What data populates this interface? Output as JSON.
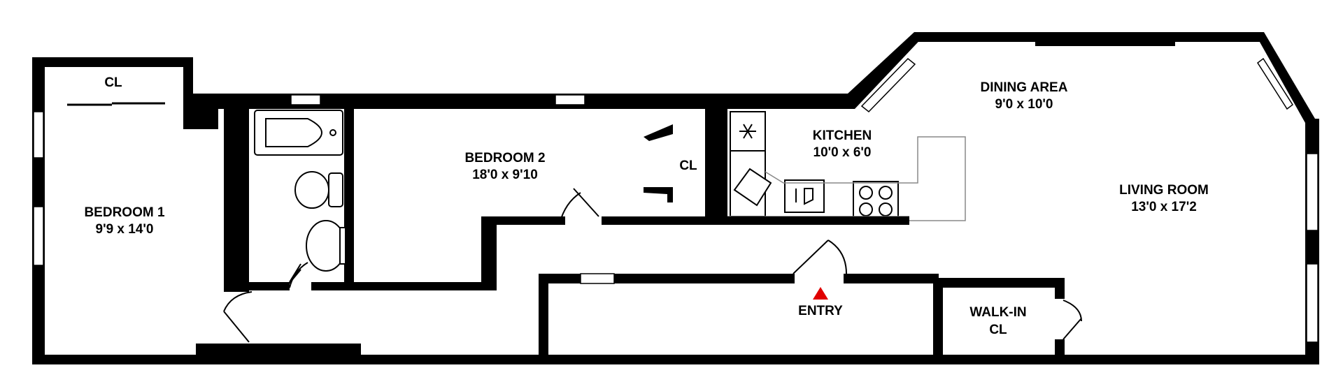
{
  "rooms": {
    "bedroom1": {
      "name": "BEDROOM 1",
      "dims": "9'9 x 14'0"
    },
    "bedroom1_closet": {
      "name": "CL"
    },
    "bedroom2": {
      "name": "BEDROOM 2",
      "dims": "18'0 x 9'10"
    },
    "bedroom2_closet": {
      "name": "CL"
    },
    "kitchen": {
      "name": "KITCHEN",
      "dims": "10'0 x 6'0"
    },
    "dining": {
      "name": "DINING AREA",
      "dims": "9'0 x 10'0"
    },
    "living": {
      "name": "LIVING ROOM",
      "dims": "13'0 x 17'2"
    },
    "walkin": {
      "name_line1": "WALK-IN",
      "name_line2": "CL"
    }
  },
  "entry": {
    "label": "ENTRY",
    "marker_color": "#e00000"
  },
  "colors": {
    "wall": "#000000",
    "background": "#ffffff"
  },
  "icons": [
    "snowflake-icon",
    "entry-arrow-icon"
  ]
}
